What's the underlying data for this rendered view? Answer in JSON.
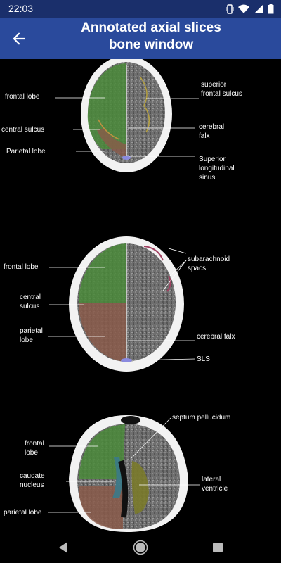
{
  "status": {
    "time": "22:03",
    "icons": [
      "vibrate-icon",
      "wifi-icon",
      "signal-icon",
      "battery-icon"
    ]
  },
  "appbar": {
    "title_line1": "Annotated axial slices",
    "title_line2": "bone window"
  },
  "slice1": {
    "frontal_lobe": "frontal  lobe",
    "central_sulcus": "central sulcus",
    "parietal_lobe": "Parietal lobe",
    "superior_frontal_sulcus_1": "superior",
    "superior_frontal_sulcus_2": "frontal sulcus",
    "cerebral_falx_1": "cerebral",
    "cerebral_falx_2": "falx",
    "superior_longitudinal_sinus_1": "Superior",
    "superior_longitudinal_sinus_2": "longitudinal",
    "superior_longitudinal_sinus_3": "sinus"
  },
  "slice2": {
    "frontal_lobe": "frontal lobe",
    "central_1": "central",
    "central_2": "sulcus",
    "parietal_1": "parietal",
    "parietal_2": "lobe",
    "subarachnoid_1": "subarachnoid",
    "subarachnoid_2": "spacs",
    "cerebral_falx": "cerebral falx",
    "sls": "SLS"
  },
  "slice3": {
    "septum": "septum pellucidum",
    "frontal_1": "frontal",
    "frontal_2": "lobe",
    "caudate_1": "caudate",
    "caudate_2": "nucleus",
    "parietal_lobe": "parietal lobe",
    "lateral_1": "lateral",
    "lateral_2": "ventricle"
  },
  "colors": {
    "statusbar": "#1a2f6b",
    "appbar": "#2a4a9c",
    "frontal": "#4a8a3a",
    "parietal": "#8a5a4a",
    "caudate": "#3a7a8a",
    "ventricle": "#7a7a2a"
  },
  "navbar": {
    "icons": [
      "back-triangle-icon",
      "home-circle-icon",
      "recents-square-icon"
    ]
  }
}
